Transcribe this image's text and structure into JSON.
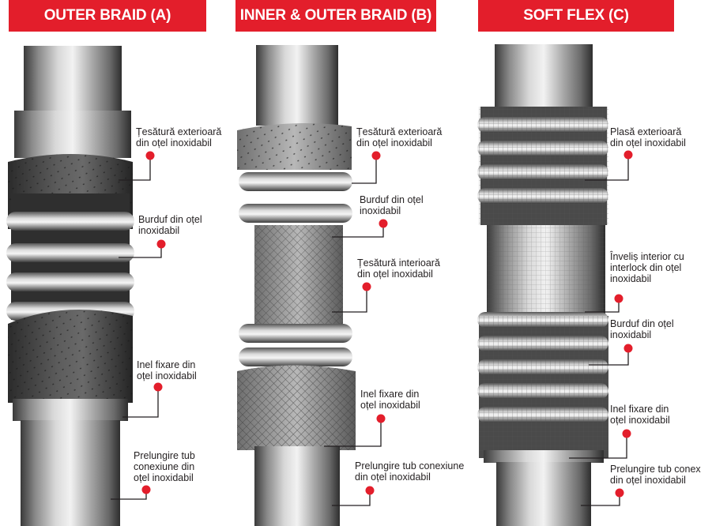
{
  "headers": {
    "a": "OUTER BRAID (A)",
    "b": "INNER & OUTER BRAID (B)",
    "c": "SOFT FLEX (C)"
  },
  "accent_color": "#e31e2b",
  "labels": {
    "a": [
      "Țesătură exterioară\ndin oțel inoxidabil",
      "Burduf din oțel\ninoxidabil",
      "Inel fixare din\noțel inoxidabil",
      "Prelungire tub\nconexiune din\noțel inoxidabil"
    ],
    "b": [
      "Țesătură exterioară\ndin oțel inoxidabil",
      "Burduf din oțel\ninoxidabil",
      "Țesătură interioară\ndin oțel inoxidabil",
      "Inel fixare din\noțel inoxidabil",
      "Prelungire tub conexiune\ndin oțel inoxidabil"
    ],
    "c": [
      "Plasă exterioară\ndin oțel inoxidabil",
      "Înveliș interior cu\ninterlock din oțel\ninoxidabil",
      "Burduf din oțel\ninoxidabil",
      "Inel fixare din\noțel inoxidabil",
      "Prelungire tub conex\ndin oțel inoxidabil"
    ]
  }
}
